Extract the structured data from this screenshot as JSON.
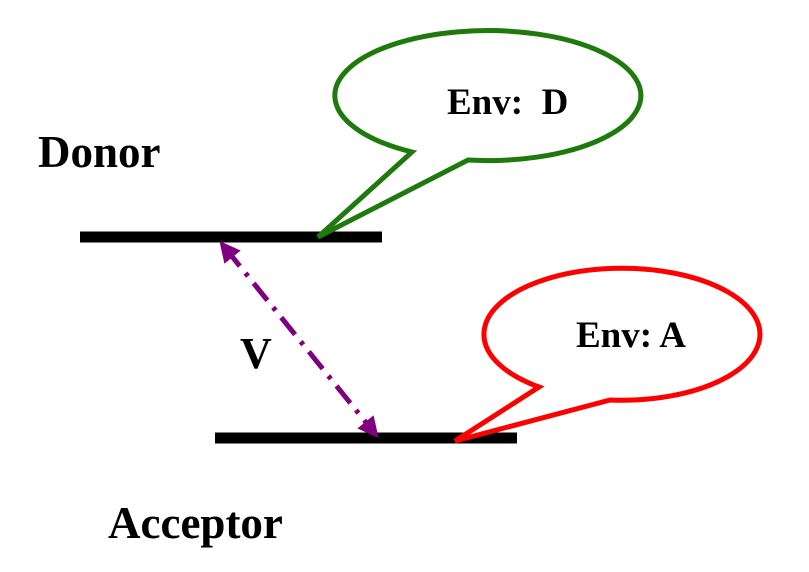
{
  "diagram": {
    "donor_label": "Donor",
    "acceptor_label": "Acceptor",
    "coupling_label": "V",
    "donor_env_label": "Env:  D",
    "acceptor_env_label": "Env: A"
  },
  "colors": {
    "level_line": "#000000",
    "coupling_arrow": "#800080",
    "donor_bubble": "#1f7a0e",
    "acceptor_bubble": "#ff0000"
  }
}
